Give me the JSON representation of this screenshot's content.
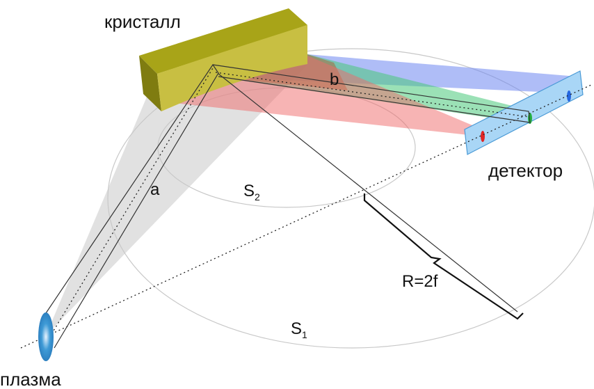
{
  "labels": {
    "crystal": "кристалл",
    "detector": "детектор",
    "plasma": "плазма",
    "a": "a",
    "b": "b",
    "s2_main": "S",
    "s2_sub": "2",
    "s1_main": "S",
    "s1_sub": "1",
    "radius": "R=2f"
  },
  "colors": {
    "crystal_top": "#a8a418",
    "crystal_front": "#7f7c10",
    "crystal_side": "#c8bf42",
    "detector_fill": "#a9d6f6",
    "detector_stroke": "#4a9ad6",
    "ray_blue": "#6e86f0",
    "ray_green": "#48c97a",
    "ray_red": "#f06a6a",
    "ray_brown": "#a86a3a",
    "plasma": "#3e9ad6",
    "marker_blue": "#2466e0",
    "marker_green": "#24b040",
    "marker_red": "#e02424",
    "circle": "#c8c8c8"
  }
}
